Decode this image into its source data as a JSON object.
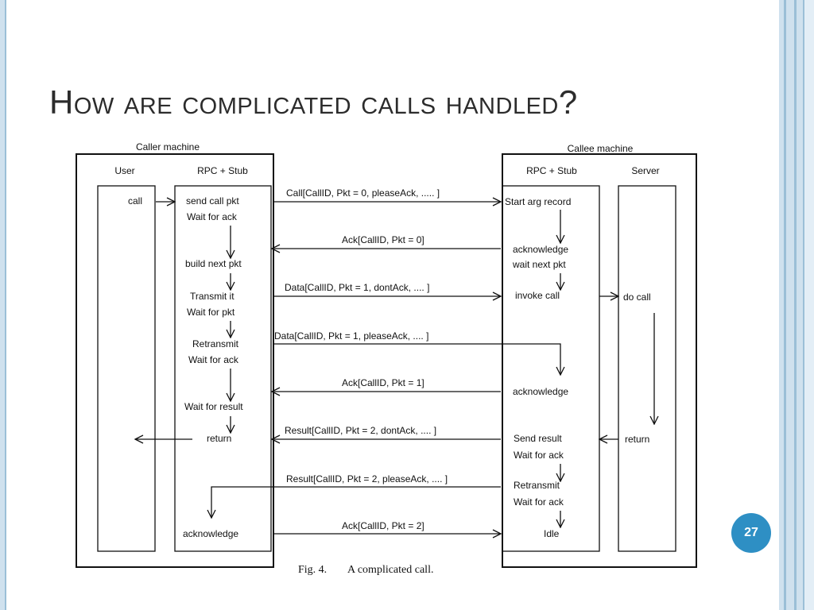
{
  "slide": {
    "title": "How are complicated calls handled?",
    "page_number": "27"
  },
  "diagram": {
    "caller_label": "Caller machine",
    "callee_label": "Callee machine",
    "columns": {
      "user": "User",
      "caller_stub": "RPC + Stub",
      "callee_stub": "RPC + Stub",
      "server": "Server"
    },
    "user_steps": [
      "call"
    ],
    "caller_steps": [
      "send call pkt",
      "Wait for ack",
      "build next pkt",
      "Transmit it",
      "Wait for pkt",
      "Retransmit",
      "Wait for ack",
      "Wait for result",
      "return",
      "acknowledge"
    ],
    "callee_steps": [
      "Start arg record",
      "acknowledge",
      "wait next pkt",
      "invoke call",
      "acknowledge",
      "Send result",
      "Wait for ack",
      "Retransmit",
      "Wait for ack",
      "Idle"
    ],
    "server_steps": [
      "do call",
      "return"
    ],
    "messages": [
      "Call[CallID, Pkt = 0, pleaseAck, ..... ]",
      "Ack[CallID, Pkt = 0]",
      "Data[CallID, Pkt = 1, dontAck, .... ]",
      "Data[CallID, Pkt = 1, pleaseAck, .... ]",
      "Ack[CallID, Pkt = 1]",
      "Result[CallID, Pkt = 2, dontAck, .... ]",
      "Result[CallID, Pkt = 2, pleaseAck, .... ]",
      "Ack[CallID, Pkt = 2]"
    ],
    "caption_num": "Fig. 4.",
    "caption_text": "A complicated call."
  }
}
